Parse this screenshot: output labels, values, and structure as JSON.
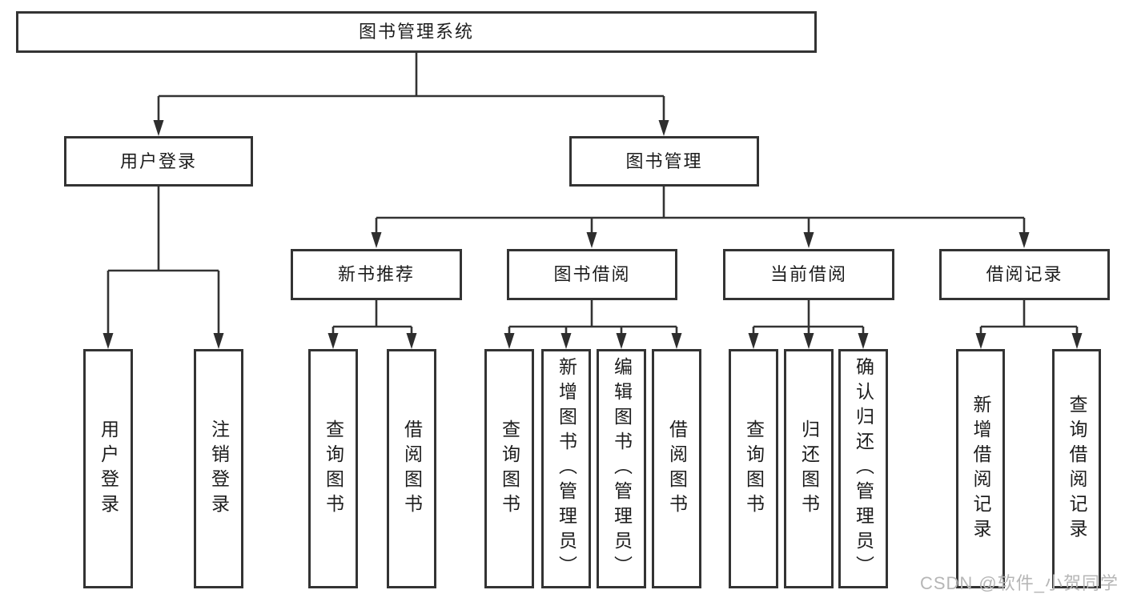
{
  "diagram": {
    "root": {
      "label": "图书管理系统"
    },
    "branches": [
      {
        "label": "用户登录",
        "children": [
          {
            "label": "用户登录"
          },
          {
            "label": "注销登录"
          }
        ]
      },
      {
        "label": "图书管理",
        "children": [
          {
            "label": "新书推荐",
            "children": [
              {
                "label": "查询图书"
              },
              {
                "label": "借阅图书"
              }
            ]
          },
          {
            "label": "图书借阅",
            "children": [
              {
                "label": "查询图书"
              },
              {
                "label": "新增图书（管理员）"
              },
              {
                "label": "编辑图书（管理员）"
              },
              {
                "label": "借阅图书"
              }
            ]
          },
          {
            "label": "当前借阅",
            "children": [
              {
                "label": "查询图书"
              },
              {
                "label": "归还图书"
              },
              {
                "label": "确认归还（管理员）"
              }
            ]
          },
          {
            "label": "借阅记录",
            "children": [
              {
                "label": "新增借阅记录"
              },
              {
                "label": "查询借阅记录"
              }
            ]
          }
        ]
      }
    ],
    "watermark": "CSDN @软件_小贺同学",
    "colors": {
      "line": "#333333",
      "box_border": "#333333",
      "text": "#1d1d1d",
      "watermark": "#b6b6b6",
      "background": "#ffffff"
    }
  }
}
